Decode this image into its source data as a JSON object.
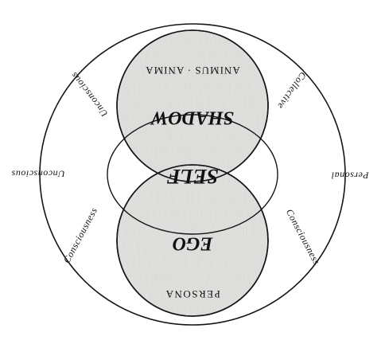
{
  "diagram": {
    "center_label": "SELF",
    "upper_circle": {
      "title": "SHADOW",
      "subtitle": "ANIMUS · ANIMA"
    },
    "lower_circle": {
      "title": "EGO",
      "subtitle": "PERSONA"
    },
    "outer_labels": {
      "top_left": "Unconscious",
      "left": "Unconscious",
      "bottom_left": "Consciousness",
      "top_right": "Collective",
      "right": "Personal",
      "bottom_right": "Consciousness"
    },
    "colors": {
      "line": "#151515",
      "circle_fill": "#d8d8d6",
      "text": "#111111"
    }
  }
}
